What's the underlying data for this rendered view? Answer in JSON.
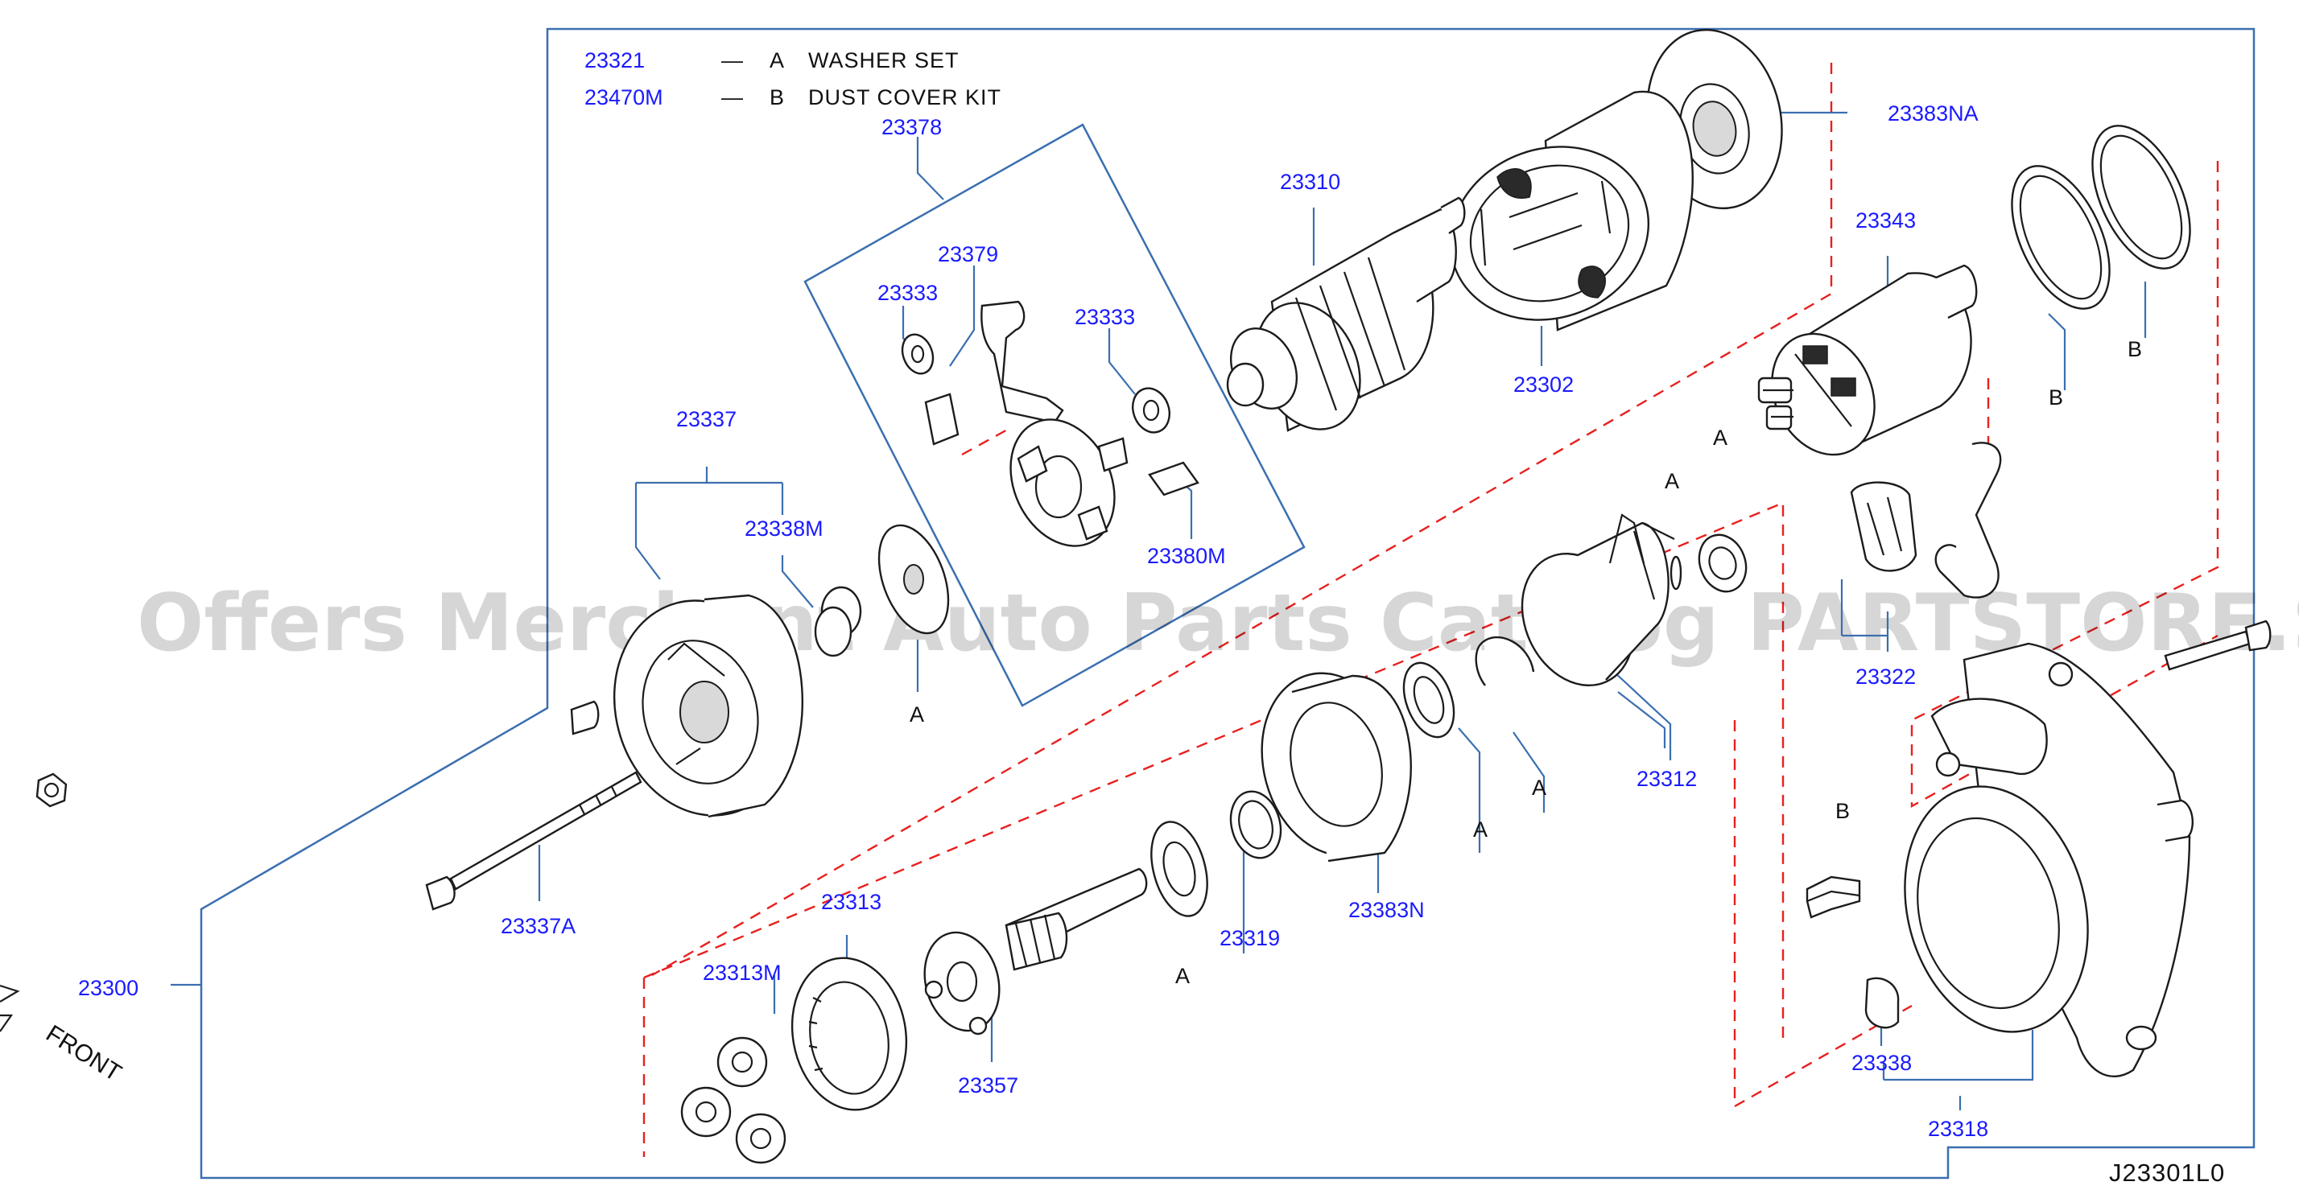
{
  "legend": {
    "rows": [
      {
        "part_no": "23321",
        "dash": "—",
        "letter": "A",
        "description": "WASHER SET"
      },
      {
        "part_no": "23470M",
        "dash": "—",
        "letter": "B",
        "description": "DUST COVER KIT"
      }
    ]
  },
  "parts": {
    "p23378": "23378",
    "p23379": "23379",
    "p23333a": "23333",
    "p23333b": "23333",
    "p23380m": "23380M",
    "p23310": "23310",
    "p23302": "23302",
    "p23383na": "23383NA",
    "p23343": "23343",
    "p23337": "23337",
    "p23338m": "23338M",
    "p23337a": "23337A",
    "p23300": "23300",
    "p23313": "23313",
    "p23313m": "23313M",
    "p23357": "23357",
    "p23319": "23319",
    "p23383n": "23383N",
    "p23312": "23312",
    "p23322": "23322",
    "p23338": "23338",
    "p23318": "23318"
  },
  "letters": {
    "a1": "A",
    "a2": "A",
    "a3": "A",
    "a4": "A",
    "a5": "A",
    "a6": "A",
    "a7": "A",
    "b1": "B",
    "b2": "B",
    "b3": "B"
  },
  "front_label": "FRONT",
  "diagram_code": "J23301L0",
  "watermark": "Offers Merchant Auto Parts Catalog PARTSTORE.SA",
  "colors": {
    "part_number": "#1a1aff",
    "frame": "#3b6fb0",
    "section_dash": "#e8201e",
    "line_art": "#1c1c1c"
  }
}
